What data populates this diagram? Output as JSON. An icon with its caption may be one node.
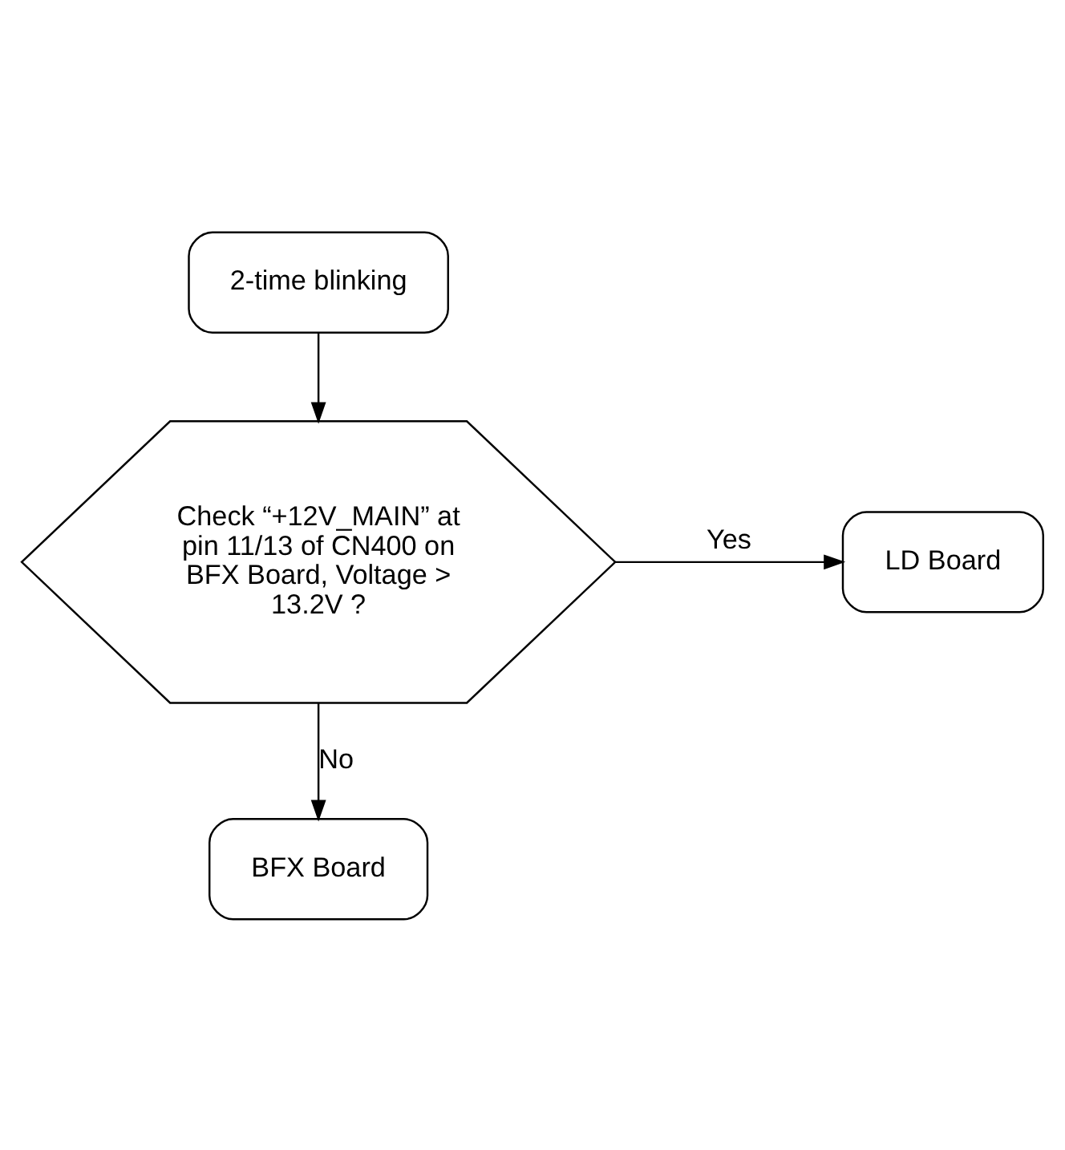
{
  "diagram": {
    "nodes": [
      {
        "text": [
          "2-time blinking"
        ]
      },
      {
        "text": [
          "Check “+12V_MAIN” at pin 11/13 of CN400 on BFX Board, Voltage > 13.2V ?"
        ]
      },
      {
        "text": [
          "LD Board"
        ]
      },
      {
        "text": [
          "BFX Board"
        ]
      }
    ],
    "edges": [
      {
        "from": 0,
        "to": 1,
        "arrow": "to"
      },
      {
        "from": 1,
        "to": 2,
        "arrow": "to",
        "label": "Yes"
      },
      {
        "from": 1,
        "to": 3,
        "arrow": "to",
        "label": "No"
      }
    ]
  }
}
